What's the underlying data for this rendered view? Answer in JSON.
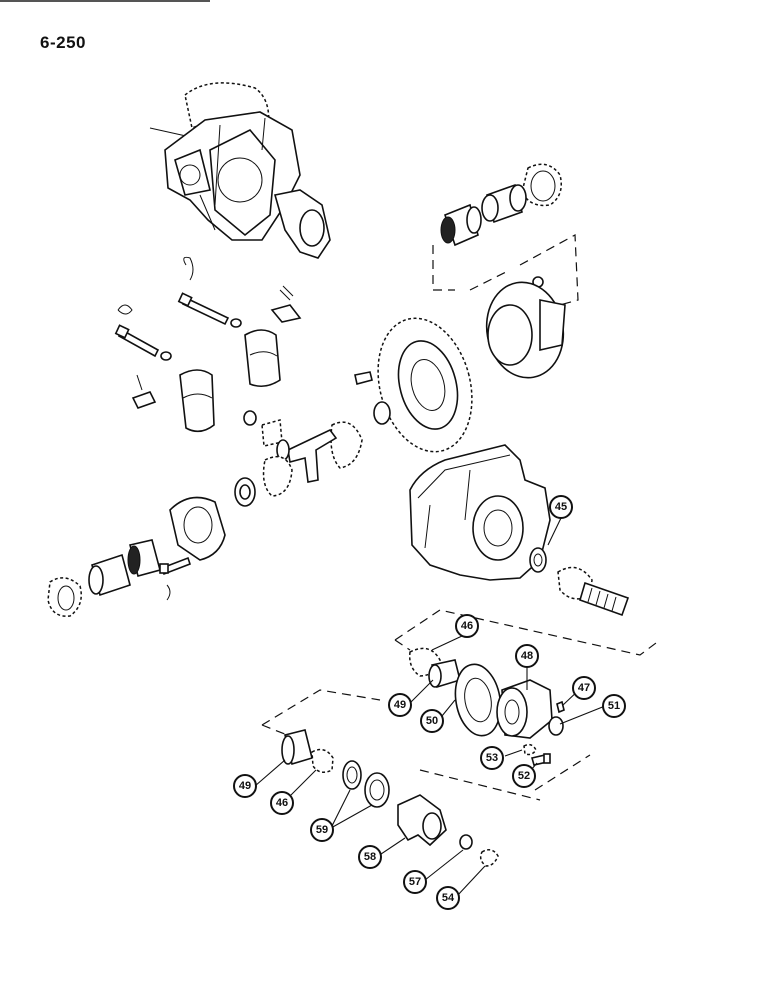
{
  "page": {
    "number": "6-250"
  },
  "callouts": [
    {
      "id": "45",
      "label": "45"
    },
    {
      "id": "46a",
      "label": "46"
    },
    {
      "id": "48",
      "label": "48"
    },
    {
      "id": "47",
      "label": "47"
    },
    {
      "id": "51",
      "label": "51"
    },
    {
      "id": "49a",
      "label": "49"
    },
    {
      "id": "50",
      "label": "50"
    },
    {
      "id": "53",
      "label": "53"
    },
    {
      "id": "52",
      "label": "52"
    },
    {
      "id": "49b",
      "label": "49"
    },
    {
      "id": "46b",
      "label": "46"
    },
    {
      "id": "59",
      "label": "59"
    },
    {
      "id": "58",
      "label": "58"
    },
    {
      "id": "57",
      "label": "57"
    },
    {
      "id": "54",
      "label": "54"
    }
  ]
}
